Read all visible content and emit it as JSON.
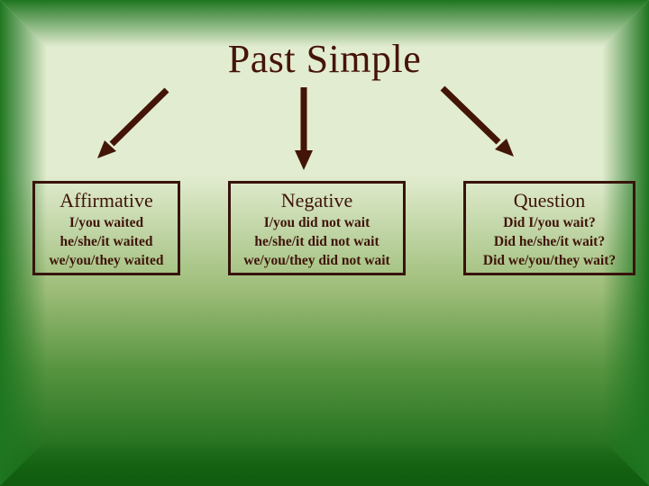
{
  "slide": {
    "title": "Past Simple",
    "columns": [
      {
        "header": "Affirmative",
        "lines": [
          "I/you waited",
          "he/she/it waited",
          "we/you/they waited"
        ]
      },
      {
        "header": "Negative",
        "lines": [
          "I/you did not wait",
          "he/she/it did not wait",
          "we/you/they did not wait"
        ]
      },
      {
        "header": "Question",
        "lines": [
          "Did I/you wait?",
          "Did he/she/it wait?",
          "Did we/you/they wait?"
        ]
      }
    ],
    "colors": {
      "text": "#3f140a",
      "box_border": "#38130b",
      "arrow": "#431507",
      "frame_green": "#1e7620",
      "background_top": "#e2ecd0",
      "background_bottom": "#14620f"
    }
  }
}
